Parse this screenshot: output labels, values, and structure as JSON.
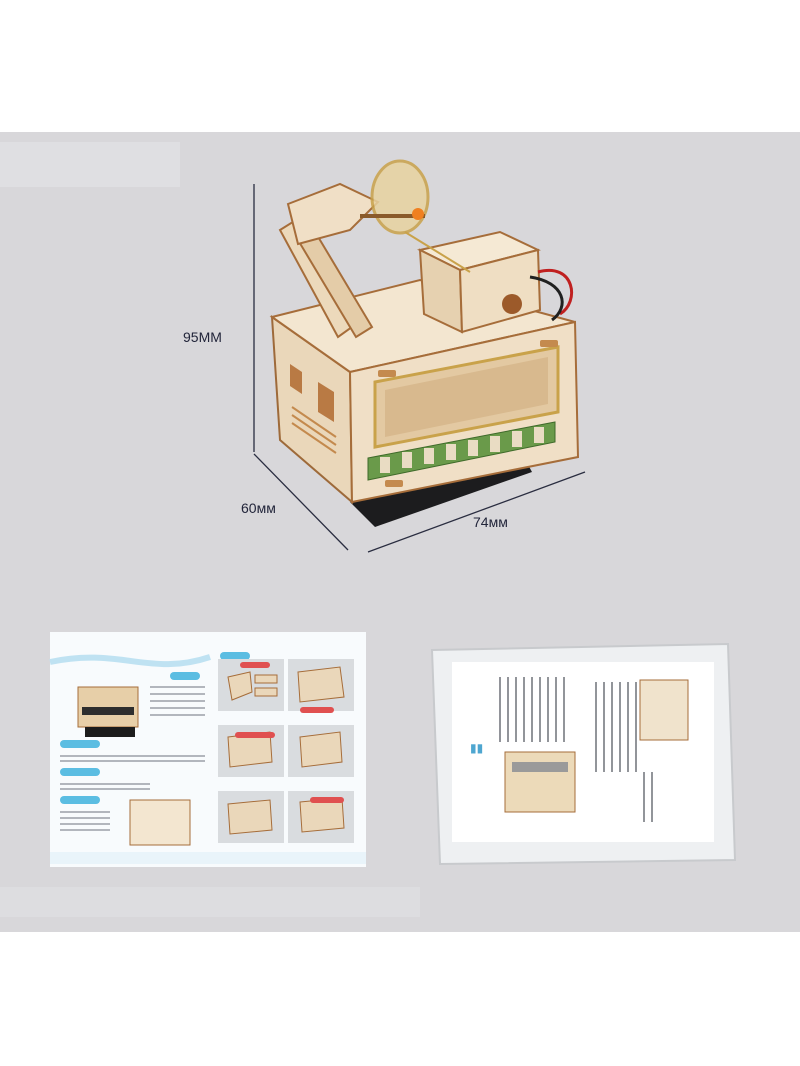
{
  "dimensions": {
    "height": "95MM",
    "depth": "60мм",
    "width": "74мм"
  },
  "colors": {
    "background": "#d8d7da",
    "wood": "#f0dfc6",
    "wood_edge": "#a66d3a",
    "green": "#6a9a4a",
    "label": "#22253a"
  }
}
